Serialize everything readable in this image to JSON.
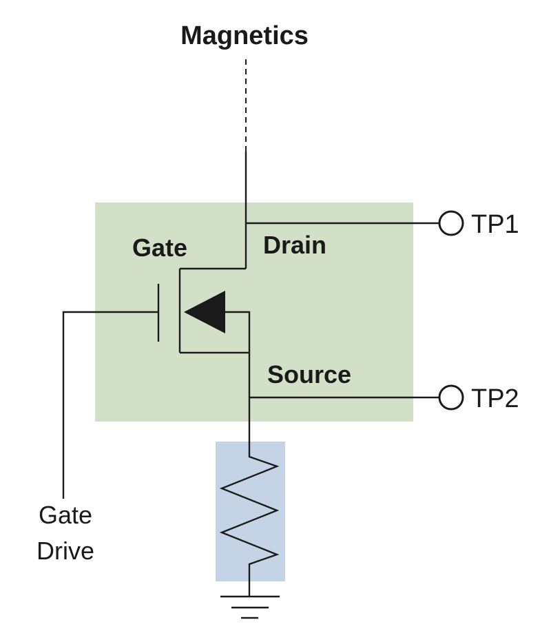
{
  "labels": {
    "magnetics": "Magnetics",
    "gate": "Gate",
    "drain": "Drain",
    "source": "Source",
    "tp1": "TP1",
    "tp2": "TP2",
    "gate_drive_line1": "Gate",
    "gate_drive_line2": "Drive"
  },
  "colors": {
    "mosfet_box": "#d2e0c8",
    "resistor_box": "#c5d3e6",
    "line": "#1a1a1a",
    "background": "#ffffff"
  }
}
